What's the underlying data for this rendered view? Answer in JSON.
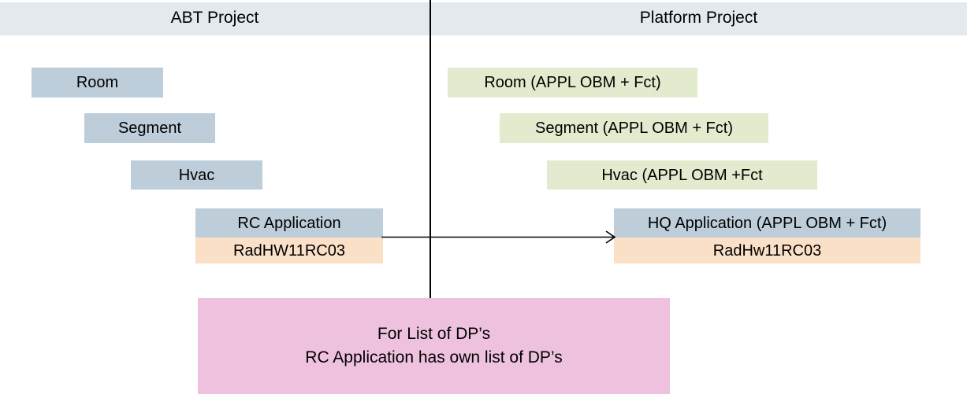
{
  "header": {
    "left_title": "ABT Project",
    "right_title": "Platform Project",
    "band_color": "#e4e9ee"
  },
  "colors": {
    "blue_box": "#bdcdd9",
    "green_box": "#e2ebce",
    "orange_box": "#fbe0c8",
    "pink_box": "#eec2de",
    "line": "#000000",
    "text": "#000000"
  },
  "abt_project": {
    "nodes": [
      {
        "label": "Room",
        "color": "blue"
      },
      {
        "label": "Segment",
        "color": "blue"
      },
      {
        "label": "Hvac",
        "color": "blue"
      },
      {
        "label": "RC Application",
        "color": "blue"
      },
      {
        "label": "RadHW11RC03",
        "color": "orange"
      }
    ]
  },
  "platform_project": {
    "nodes": [
      {
        "label": "Room (APPL OBM + Fct)",
        "color": "green"
      },
      {
        "label": "Segment (APPL OBM + Fct)",
        "color": "green"
      },
      {
        "label": "Hvac (APPL OBM +Fct",
        "color": "green"
      },
      {
        "label": "HQ Application  (APPL OBM + Fct)",
        "color": "blue"
      },
      {
        "label": "RadHw11RC03",
        "color": "orange"
      }
    ]
  },
  "connector": {
    "name": "mapping-arrow",
    "direction": "left-to-right"
  },
  "note": {
    "line1": "For List of DP’s",
    "line2": "RC Application has own list of DP’s"
  }
}
